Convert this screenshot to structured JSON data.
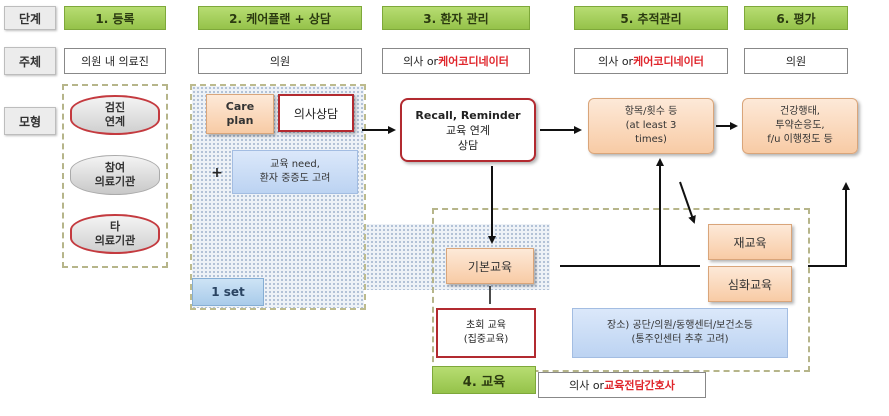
{
  "row_labels": {
    "stage": "단계",
    "actor": "주체",
    "model": "모형"
  },
  "stages": {
    "s1": "1. 등록",
    "s2": "2. 케어플랜 + 상담",
    "s3": "3. 환자 관리",
    "s5": "5. 추적관리",
    "s6": "6. 평가",
    "s4": "4. 교육"
  },
  "actors": {
    "a1": "의원 내 의료진",
    "a2": "의원",
    "a3_prefix": "의사 or ",
    "a3_red": "케어코디네이터",
    "a5_prefix": "의사 or ",
    "a5_red": "케어코디네이터",
    "a6": "의원",
    "a4_prefix": "의사 or ",
    "a4_red": "교육전담간호사"
  },
  "register": {
    "checkup_l1": "검진",
    "checkup_l2": "연계",
    "participating_l1": "참여",
    "participating_l2": "의료기관",
    "other_l1": "타",
    "other_l2": "의료기관"
  },
  "careplan": {
    "care_l1": "Care",
    "care_l2": "plan",
    "consult": "의사상담",
    "plus": "+",
    "edu_need_l1": "교육 need,",
    "edu_need_l2": "환자 중증도 고려",
    "one_set": "1 set"
  },
  "patient": {
    "recall_l1": "Recall, Reminder",
    "recall_l2": "교육 연계",
    "recall_l3": "상담"
  },
  "followup": {
    "items_l1": "항목/횟수 등",
    "items_l2": "(at least 3",
    "items_l3": "times)",
    "reedu": "재교육",
    "deep_edu": "심화교육"
  },
  "evaluation": {
    "l1": "건강행태,",
    "l2": "투약순응도,",
    "l3": "f/u 이행정도 등"
  },
  "education": {
    "basic": "기본교육",
    "first_l1": "초회 교육",
    "first_l2": "(집중교육)",
    "place_l1": "장소) 공단/의원/동행센터/보건소등",
    "place_l2": "(통주인센터 추후 고려)"
  },
  "colors": {
    "stage_green": "#a6cf5c",
    "accent_red": "#e0262c",
    "box_border_red": "#b22a30",
    "peach": "#f9d6b9",
    "light_blue": "#c9dbf5"
  }
}
